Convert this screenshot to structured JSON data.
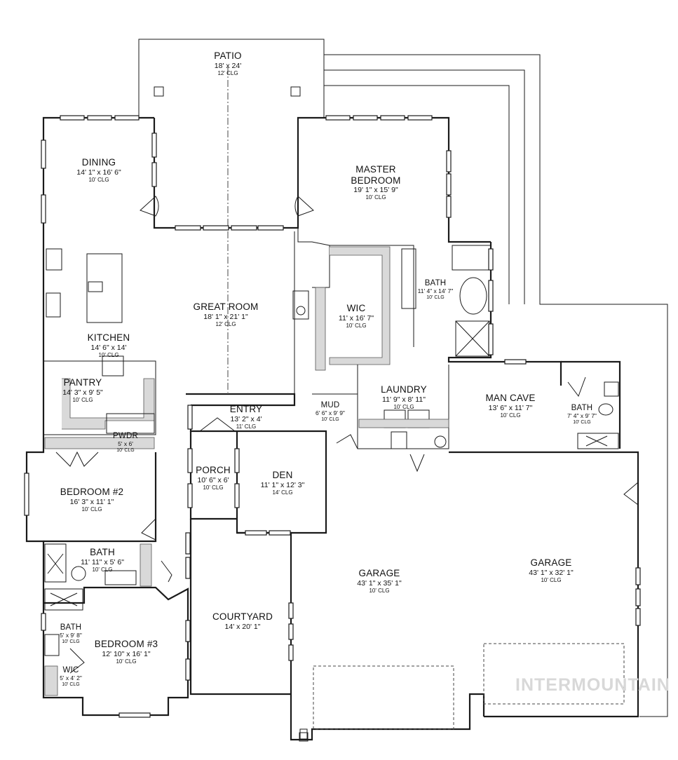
{
  "rooms": {
    "patio": {
      "name": "PATIO",
      "dims": "18' x 24'",
      "clg": "12' CLG"
    },
    "dining": {
      "name": "DINING",
      "dims": "14' 1\" x 16' 6\"",
      "clg": "10' CLG"
    },
    "master": {
      "name_line1": "MASTER",
      "name_line2": "BEDROOM",
      "dims": "19' 1\" x 15' 9\"",
      "clg": "10' CLG"
    },
    "great_room": {
      "name": "GREAT ROOM",
      "dims": "18' 1\" x 21' 1\"",
      "clg": "12' CLG"
    },
    "wic_master": {
      "name": "WIC",
      "dims": "11' x 16' 7\"",
      "clg": "10' CLG"
    },
    "bath_master": {
      "name": "BATH",
      "dims": "11' 4\" x 14' 7\"",
      "clg": "10' CLG"
    },
    "kitchen": {
      "name": "KITCHEN",
      "dims": "14' 6\" x 14'",
      "clg": "10' CLG"
    },
    "pantry": {
      "name": "PANTRY",
      "dims": "14' 3\" x 9' 5\"",
      "clg": "10' CLG"
    },
    "entry": {
      "name": "ENTRY",
      "dims": "13' 2\" x 4'",
      "clg": "11' CLG"
    },
    "mud": {
      "name": "MUD",
      "dims": "6' 6\" x 9' 9\"",
      "clg": "10' CLG"
    },
    "laundry": {
      "name": "LAUNDRY",
      "dims": "11' 9\" x 8' 11\"",
      "clg": "10' CLG"
    },
    "man_cave": {
      "name": "MAN CAVE",
      "dims": "13' 6\" x 11' 7\"",
      "clg": "10' CLG"
    },
    "bath_mc": {
      "name": "BATH",
      "dims": "7' 4\" x 9' 7\"",
      "clg": "10' CLG"
    },
    "pwdr": {
      "name": "PWDR",
      "dims": "5' x 6'",
      "clg": "10' CLG"
    },
    "porch": {
      "name": "PORCH",
      "dims": "10' 6\" x 6'",
      "clg": "10' CLG"
    },
    "den": {
      "name": "DEN",
      "dims": "11' 1\" x 12' 3\"",
      "clg": "14' CLG"
    },
    "bedroom2": {
      "name": "BEDROOM #2",
      "dims": "16' 3\" x 11' 1\"",
      "clg": "10' CLG"
    },
    "bath_b2": {
      "name": "BATH",
      "dims": "11' 11\" x 5' 6\"",
      "clg": "10' CLG"
    },
    "garage1": {
      "name": "GARAGE",
      "dims": "43' 1\" x 35' 1\"",
      "clg": "10' CLG"
    },
    "garage2": {
      "name": "GARAGE",
      "dims": "43' 1\" x 32' 1\"",
      "clg": "10' CLG"
    },
    "courtyard": {
      "name": "COURTYARD",
      "dims": "14' x 20' 1\""
    },
    "bath_b3": {
      "name": "BATH",
      "dims": "5' x 9' 8\"",
      "clg": "10' CLG"
    },
    "bedroom3": {
      "name": "BEDROOM #3",
      "dims": "12' 10\" x 16' 1\"",
      "clg": "10' CLG"
    },
    "wic_b3": {
      "name": "WIC",
      "dims": "5' x 4' 2\"",
      "clg": "10' CLG"
    }
  },
  "watermark": "INTERMOUNTAIN"
}
